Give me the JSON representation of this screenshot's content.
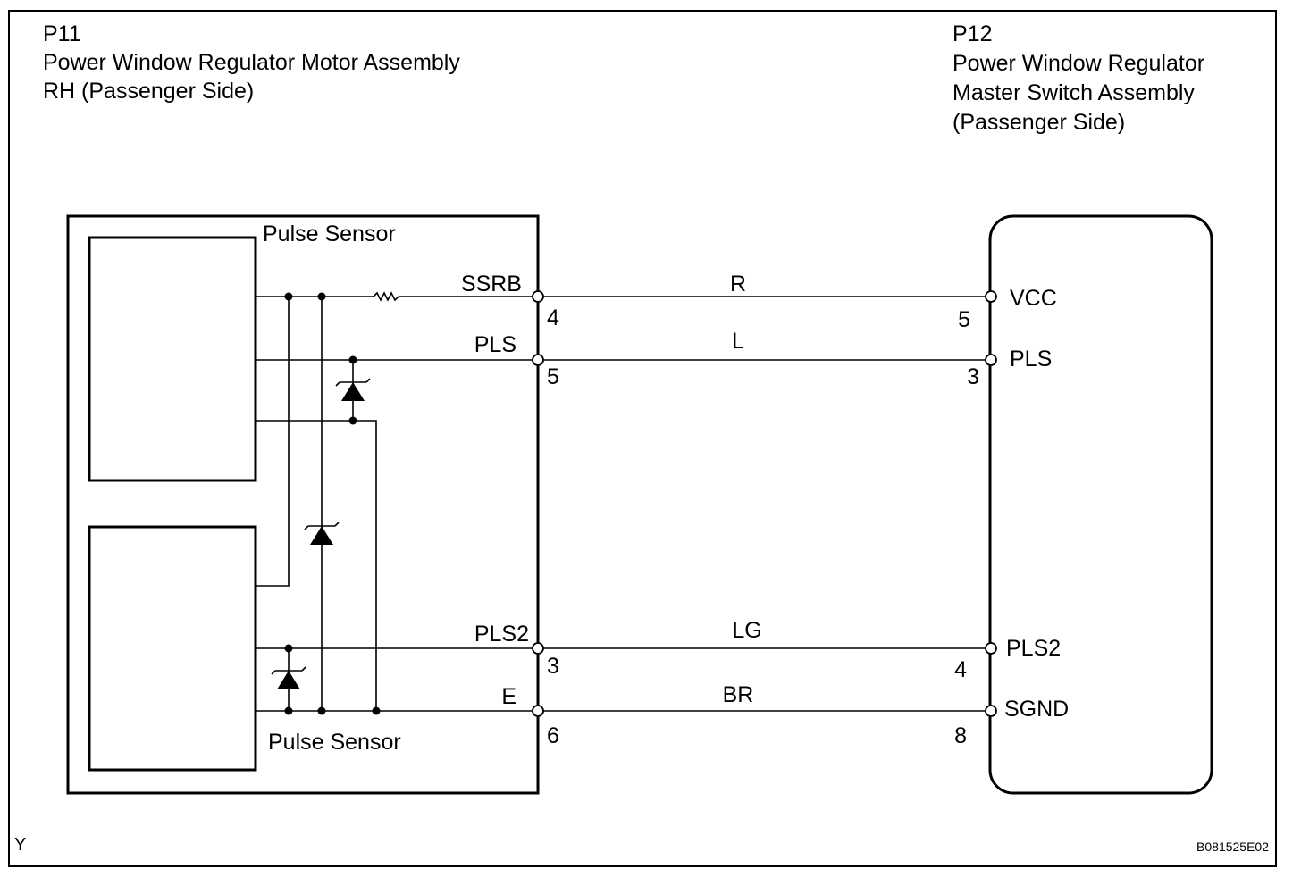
{
  "left_connector": {
    "code": "P11",
    "name_line1": "Power Window Regulator Motor Assembly",
    "name_line2": "RH (Passenger Side)"
  },
  "right_connector": {
    "code": "P12",
    "name_line1": "Power Window Regulator",
    "name_line2": "Master Switch Assembly",
    "name_line3": "(Passenger Side)"
  },
  "left_box": {
    "upper_sensor_label": "Pulse Sensor",
    "lower_sensor_label": "Pulse Sensor"
  },
  "wires": [
    {
      "left_signal": "SSRB",
      "left_pin": "4",
      "color": "R",
      "right_pin": "5",
      "right_signal": "VCC"
    },
    {
      "left_signal": "PLS",
      "left_pin": "5",
      "color": "L",
      "right_pin": "3",
      "right_signal": "PLS"
    },
    {
      "left_signal": "PLS2",
      "left_pin": "3",
      "color": "LG",
      "right_pin": "4",
      "right_signal": "PLS2"
    },
    {
      "left_signal": "E",
      "left_pin": "6",
      "color": "BR",
      "right_pin": "8",
      "right_signal": "SGND"
    }
  ],
  "footer": {
    "corner_mark": "Y",
    "figure_code": "B081525E02"
  }
}
